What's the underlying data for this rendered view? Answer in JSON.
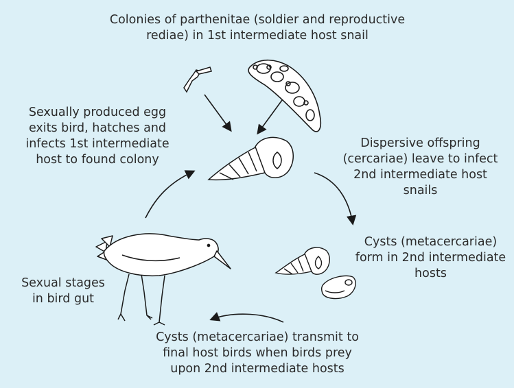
{
  "diagram": {
    "labels": {
      "top": [
        "Colonies of parthenitae (soldier and reproductive",
        "rediae) in 1st intermediate host snail"
      ],
      "left_upper": [
        "Sexually produced egg",
        "exits bird, hatches and",
        "infects 1st intermediate",
        "host to found colony"
      ],
      "right_upper": [
        "Dispersive offspring",
        "(cercariae) leave to infect",
        "2nd intermediate host",
        "snails"
      ],
      "right_lower": [
        "Cysts (metacercariae)",
        "form in 2nd intermediate",
        "hosts"
      ],
      "left_lower": [
        "Sexual stages",
        "in bird gut"
      ],
      "bottom": [
        "Cysts (metacercariae) transmit to",
        "final host birds when birds prey",
        "upon 2nd intermediate hosts"
      ]
    },
    "colors": {
      "background": "#dcf0f7",
      "stroke": "#1a1a1a",
      "fill": "#ffffff",
      "text": "#2b2b2b"
    }
  }
}
